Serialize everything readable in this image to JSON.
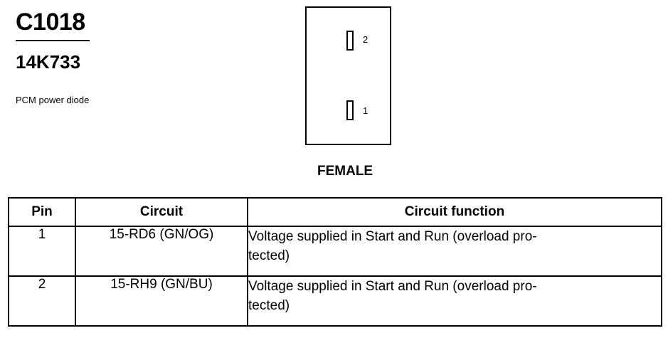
{
  "connector": {
    "id": "C1018",
    "part_number": "14K733",
    "description": "PCM power diode",
    "gender": "FEMALE",
    "pins": [
      {
        "label": "2"
      },
      {
        "label": "1"
      }
    ]
  },
  "table": {
    "headers": [
      "Pin",
      "Circuit",
      "Circuit function"
    ],
    "rows": [
      {
        "pin": "1",
        "circuit": "15-RD6 (GN/OG)",
        "function_line1": "Voltage supplied in Start and Run (overload pro-",
        "function_line2": "tected)"
      },
      {
        "pin": "2",
        "circuit": "15-RH9 (GN/BU)",
        "function_line1": "Voltage supplied in Start and Run (overload pro-",
        "function_line2": "tected)"
      }
    ]
  }
}
